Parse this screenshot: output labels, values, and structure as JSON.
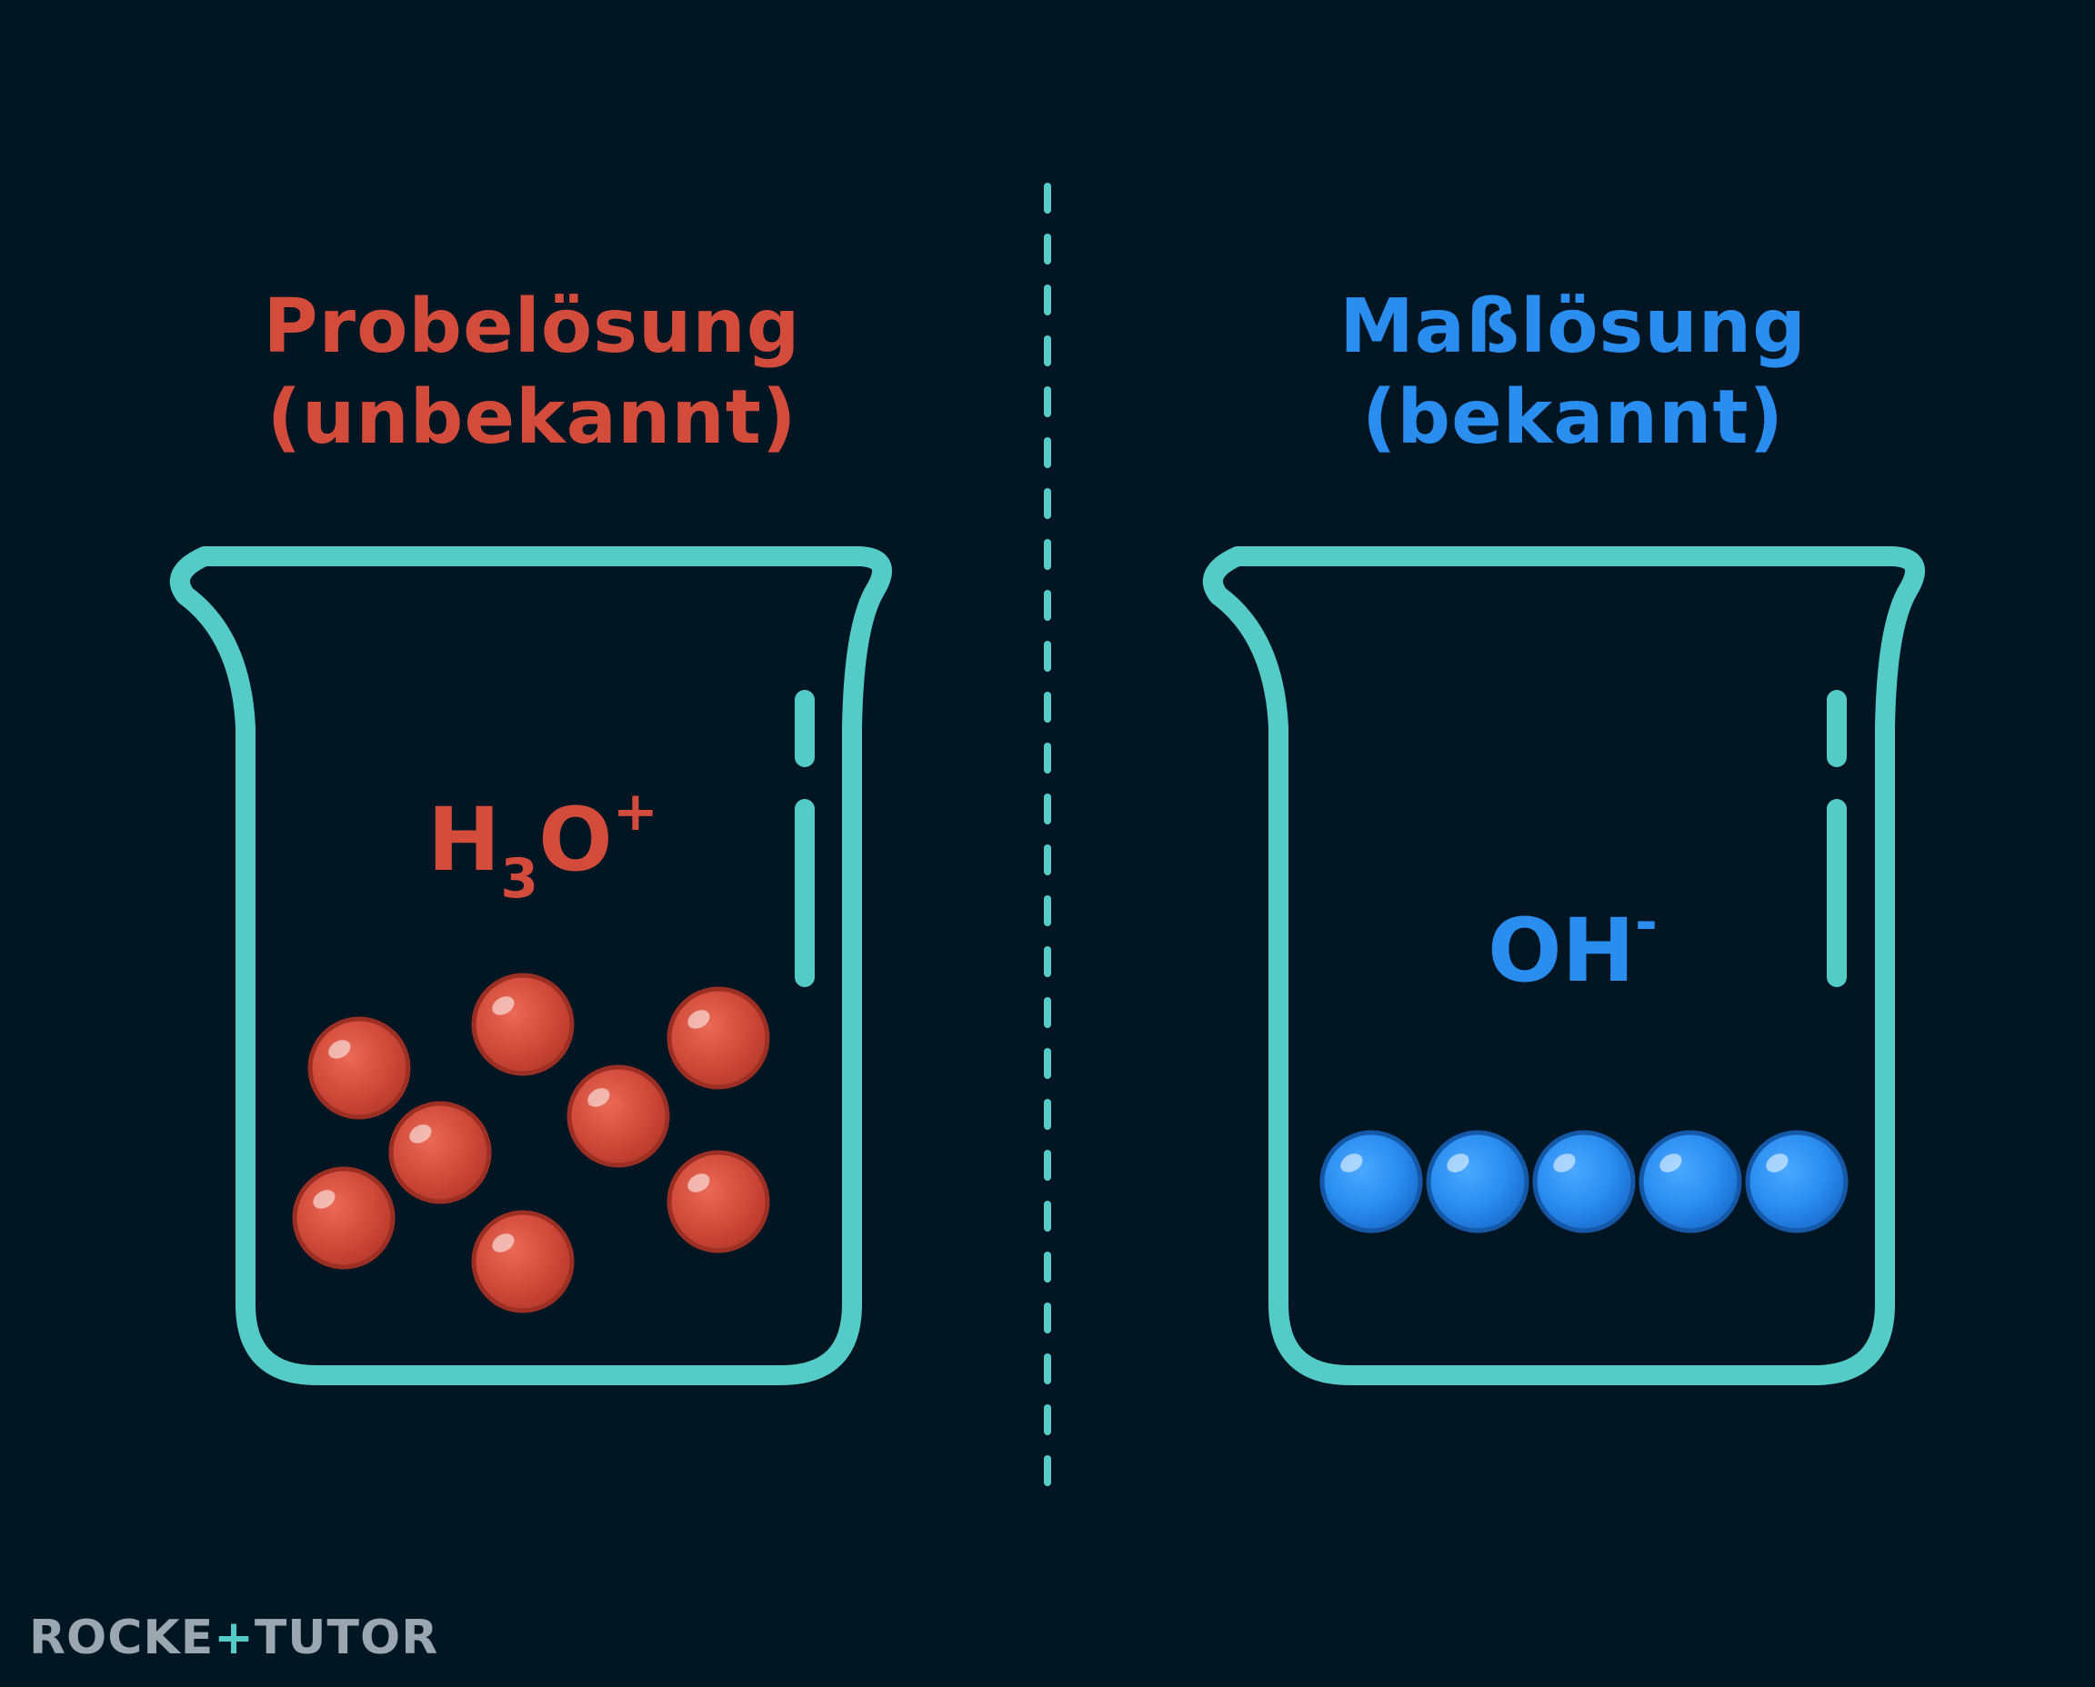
{
  "diagram": {
    "left_beaker": {
      "title": "Probelösung",
      "subtitle": "(unbekannt)",
      "ion_base": "H",
      "ion_sub": "3",
      "ion_mid": "O",
      "ion_charge": "+",
      "particle_count": 8,
      "color": "#d24b3b"
    },
    "right_beaker": {
      "title": "Maßlösung",
      "subtitle": "(bekannt)",
      "ion_base": "OH",
      "ion_charge": "-",
      "particle_count": 5,
      "color": "#2a8df0"
    },
    "beaker_outline_color": "#55cbc7",
    "divider_color": "#55cbc7",
    "background_color": "#021523"
  },
  "brand": {
    "part1": "ROCKE",
    "plus": "+",
    "part2": "TUTO",
    "part3": "R"
  }
}
